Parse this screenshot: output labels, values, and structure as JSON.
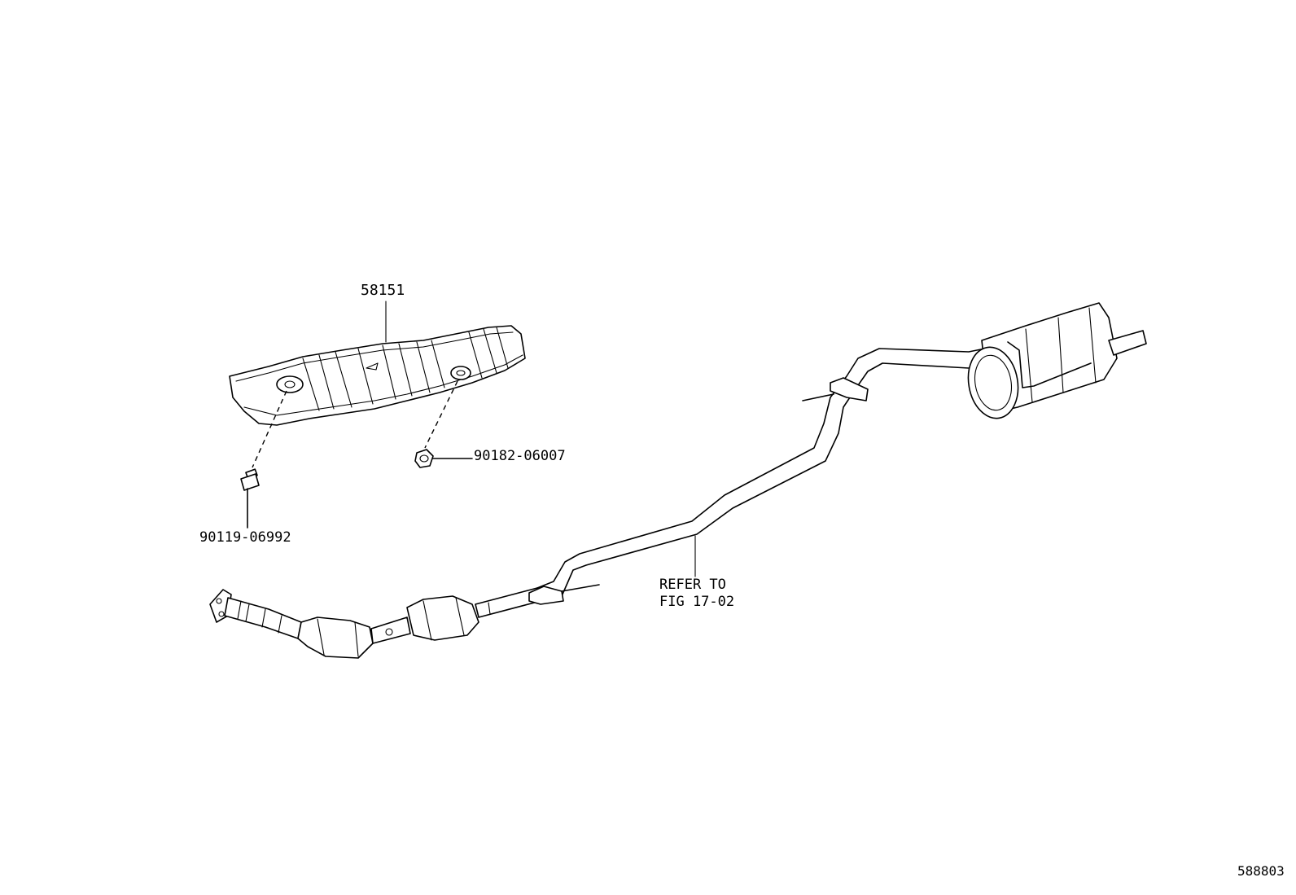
{
  "labels": {
    "heat_insulator": "58151",
    "nut": "90182-06007",
    "bolt": "90119-06992",
    "refer_line1": "REFER TO",
    "refer_line2": "FIG 17-02",
    "figure_id": "588803"
  }
}
